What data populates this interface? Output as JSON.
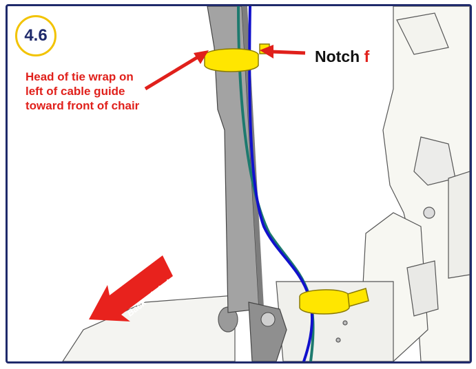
{
  "step_number": "4.6",
  "callouts": {
    "tie_wrap_head": [
      "Head of tie wrap on",
      "left of cable guide",
      "toward front of chair"
    ],
    "notch_word": "Notch",
    "notch_letter": "f",
    "back_of_chair": "Back of chair"
  },
  "colors": {
    "border": "#1f2a6b",
    "badge_ring": "#f2c300",
    "callout_red": "#e0201b",
    "tie_wrap_yellow": "#ffe600",
    "cable_blue": "#1111cc",
    "cable_teal": "#1d7a6e",
    "frame_gray": "#9c9c9c"
  }
}
